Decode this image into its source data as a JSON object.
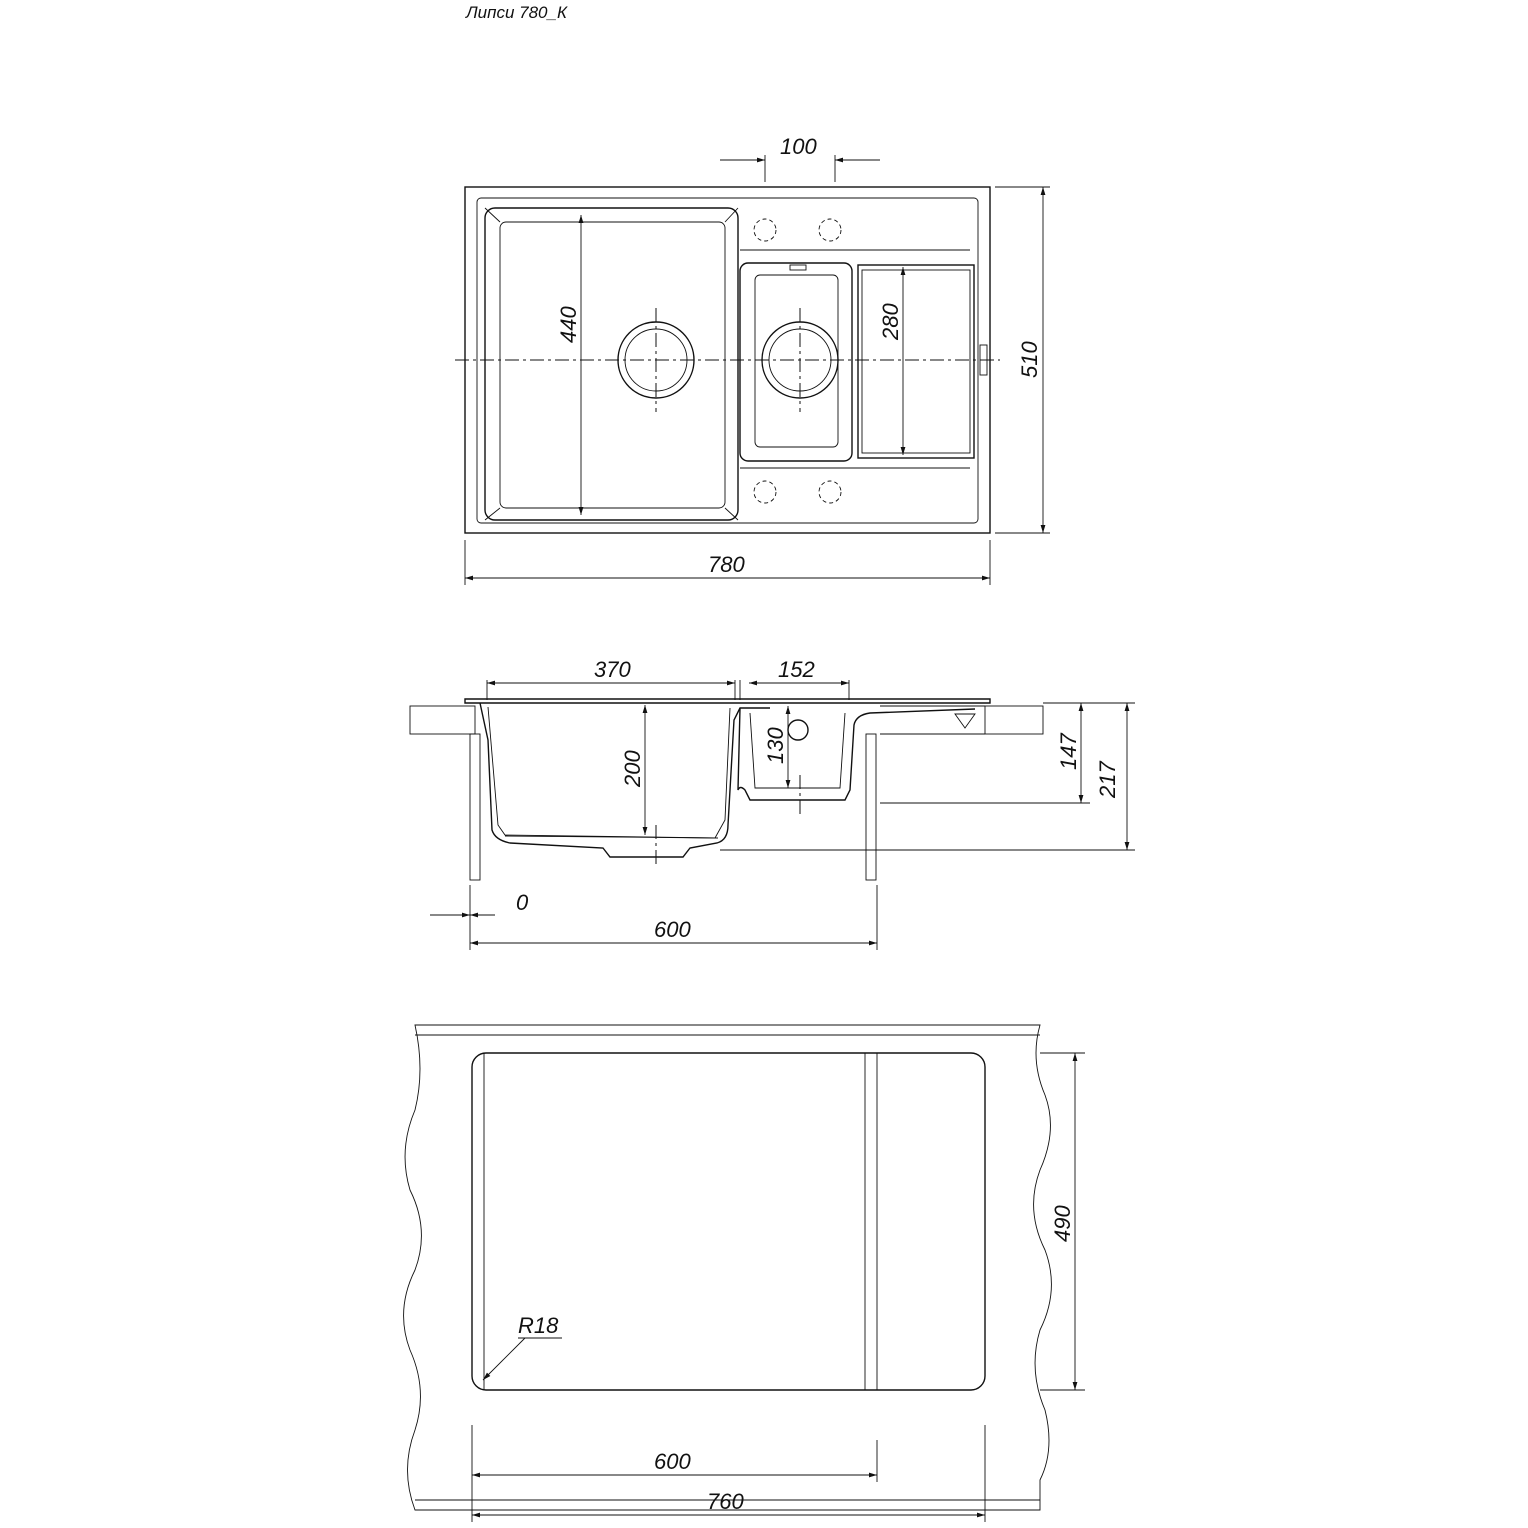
{
  "title": "Липси 780_К",
  "top_view": {
    "dim_tap_spacing": "100",
    "dim_depth": "510",
    "dim_width": "780",
    "dim_main_bowl": "440",
    "dim_small_bowl": "280"
  },
  "side_view": {
    "dim_main_bowl_width": "370",
    "dim_small_bowl_width": "152",
    "dim_main_depth": "200",
    "dim_small_depth": "130",
    "dim_small_total": "147",
    "dim_total_height": "217",
    "dim_offset": "0",
    "dim_cabinet": "600"
  },
  "cutout_view": {
    "dim_cutout_depth": "490",
    "dim_cabinet": "600",
    "dim_cutout_width": "760",
    "dim_radius": "R18"
  }
}
